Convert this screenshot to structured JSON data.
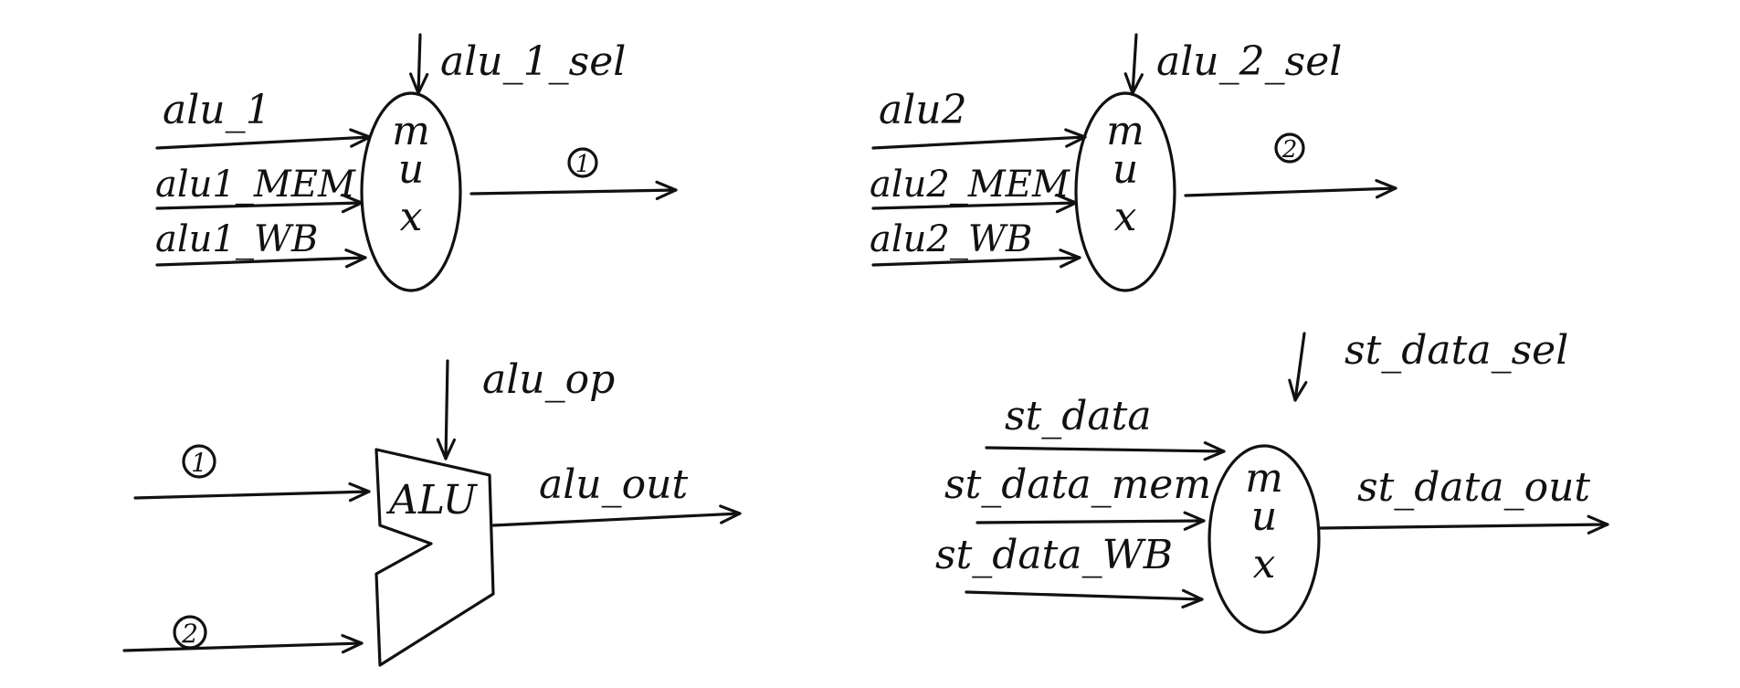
{
  "colors": {
    "ink": "#111111",
    "paper": "#ffffff"
  },
  "mux_glyph": {
    "line1": "m",
    "line2": "u",
    "line3": "x"
  },
  "mux1": {
    "select": "alu_1_sel",
    "inputs": [
      "alu_1",
      "alu1_MEM",
      "alu1_WB"
    ],
    "output_marker": "1"
  },
  "mux2": {
    "select": "alu_2_sel",
    "inputs": [
      "alu2",
      "alu2_MEM",
      "alu2_WB"
    ],
    "output_marker": "2"
  },
  "alu": {
    "label": "ALU",
    "op": "alu_op",
    "input_a": "1",
    "input_b": "2",
    "output": "alu_out"
  },
  "mux3": {
    "select": "st_data_sel",
    "inputs": [
      "st_data",
      "st_data_mem",
      "st_data_WB"
    ],
    "output": "st_data_out"
  }
}
